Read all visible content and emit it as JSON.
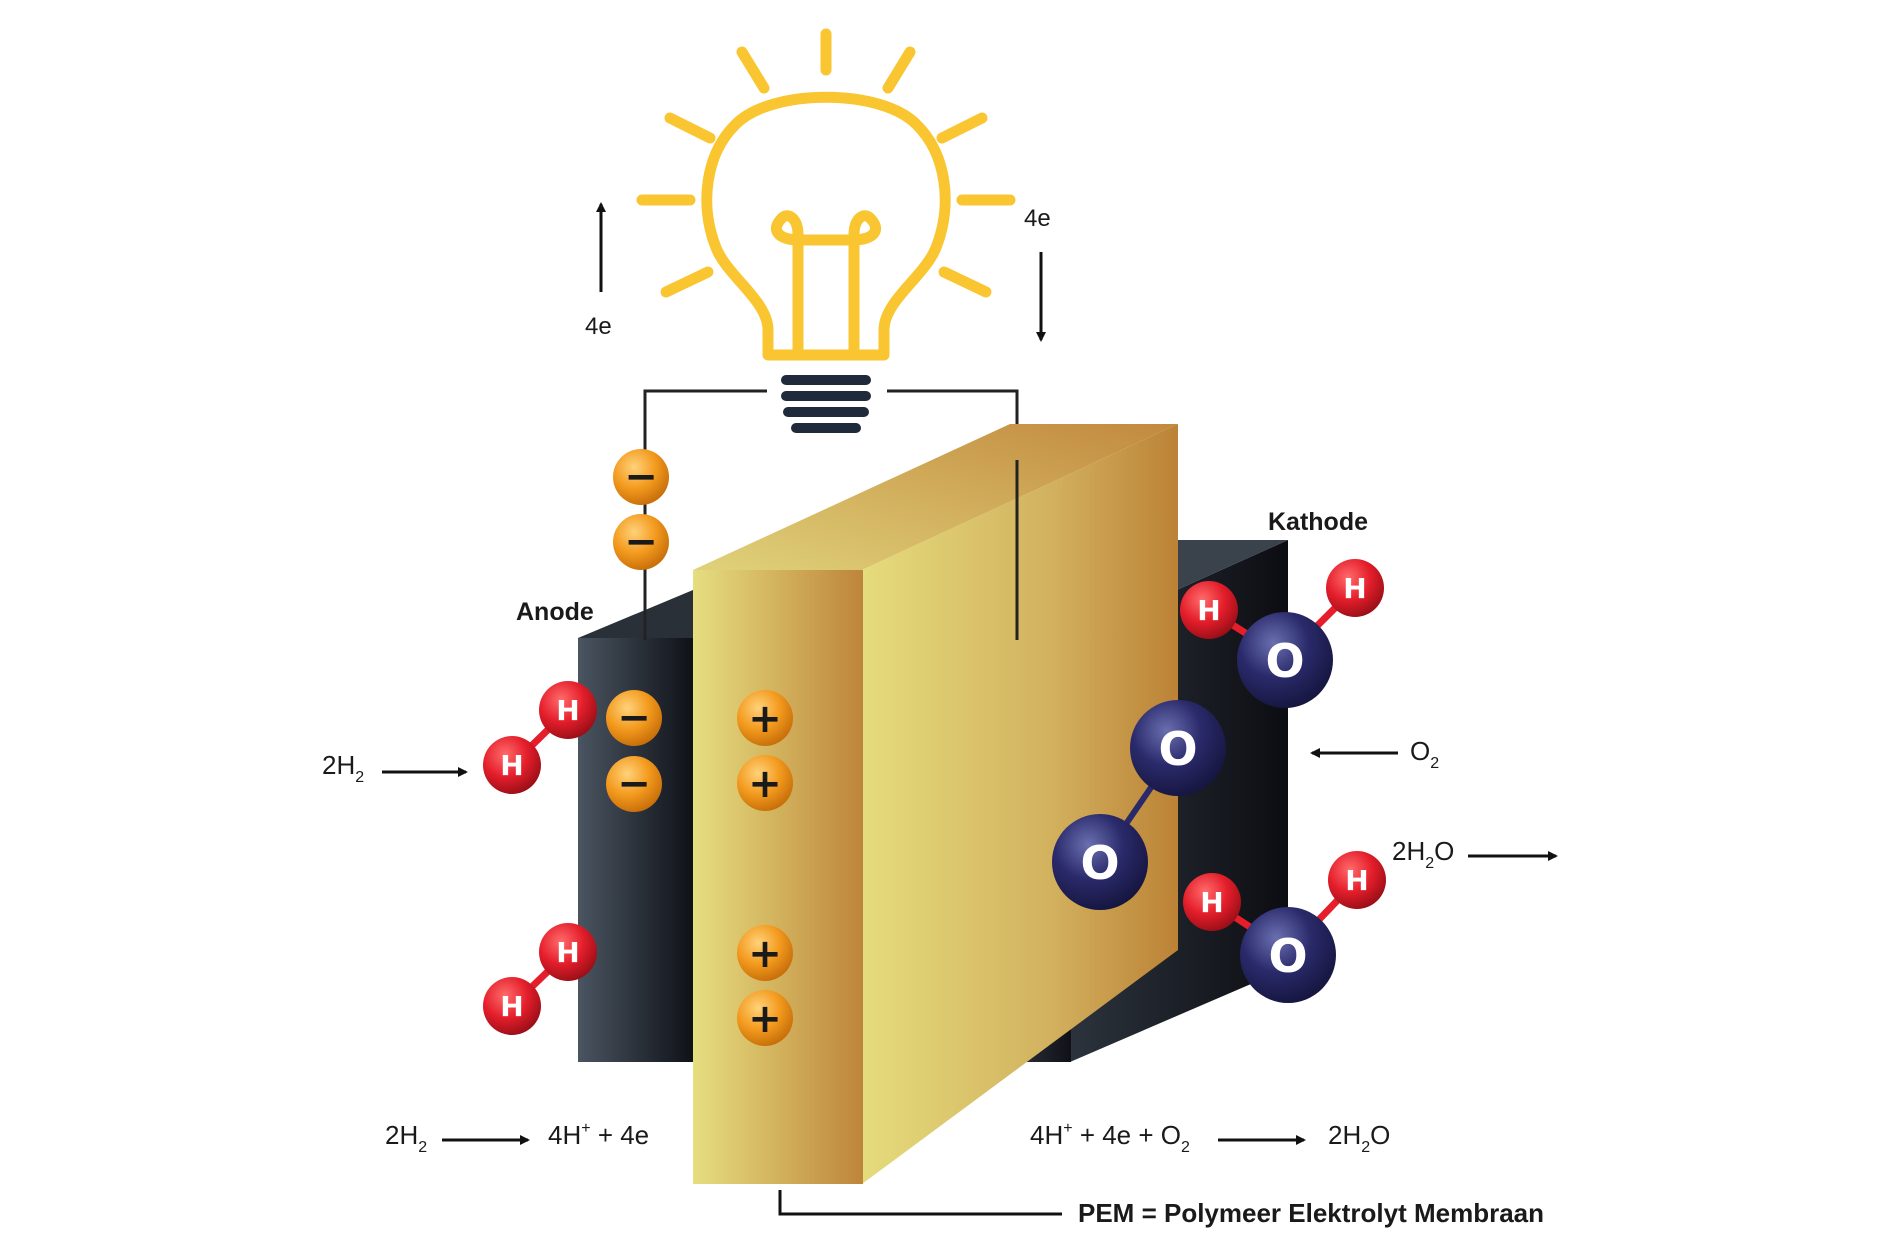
{
  "labels": {
    "anode": "Anode",
    "kathode": "Kathode",
    "electrons_up": "4e",
    "electrons_down": "4e",
    "input_h2": "2H",
    "input_h2_sub": "2",
    "input_o2": "O",
    "input_o2_sub": "2",
    "output_h2o_a": "2H",
    "output_h2o_sub": "2",
    "output_h2o_b": "O",
    "pem_legend": "PEM = Polymeer Elektrolyt Membraan"
  },
  "equations": {
    "anode": {
      "lhs_a": "2H",
      "lhs_sub": "2",
      "rhs_a": "4H",
      "rhs_sup": "+",
      "rhs_b": " + 4e"
    },
    "cathode": {
      "lhs_a": "4H",
      "lhs_sup": "+",
      "lhs_b": " + 4e + O",
      "lhs_sub": "2",
      "rhs_a": "2H",
      "rhs_sub": "2",
      "rhs_b": "O"
    }
  },
  "symbols": {
    "hydrogen": "H",
    "oxygen": "O",
    "minus": "−",
    "plus": "+"
  },
  "colors": {
    "bulb": "#F9C631",
    "electrode_dark": "#15181f",
    "electrode_light": "#4a5561",
    "membrane_light": "#E6DE80",
    "membrane_dark": "#BE8A3E",
    "hydrogen": "#E41E2B",
    "oxygen": "#2A2A6B",
    "charge": "#F39A1E"
  },
  "icons": [
    "light-bulb-icon",
    "arrow-up-icon",
    "arrow-down-icon",
    "arrow-right-icon",
    "arrow-left-icon"
  ]
}
